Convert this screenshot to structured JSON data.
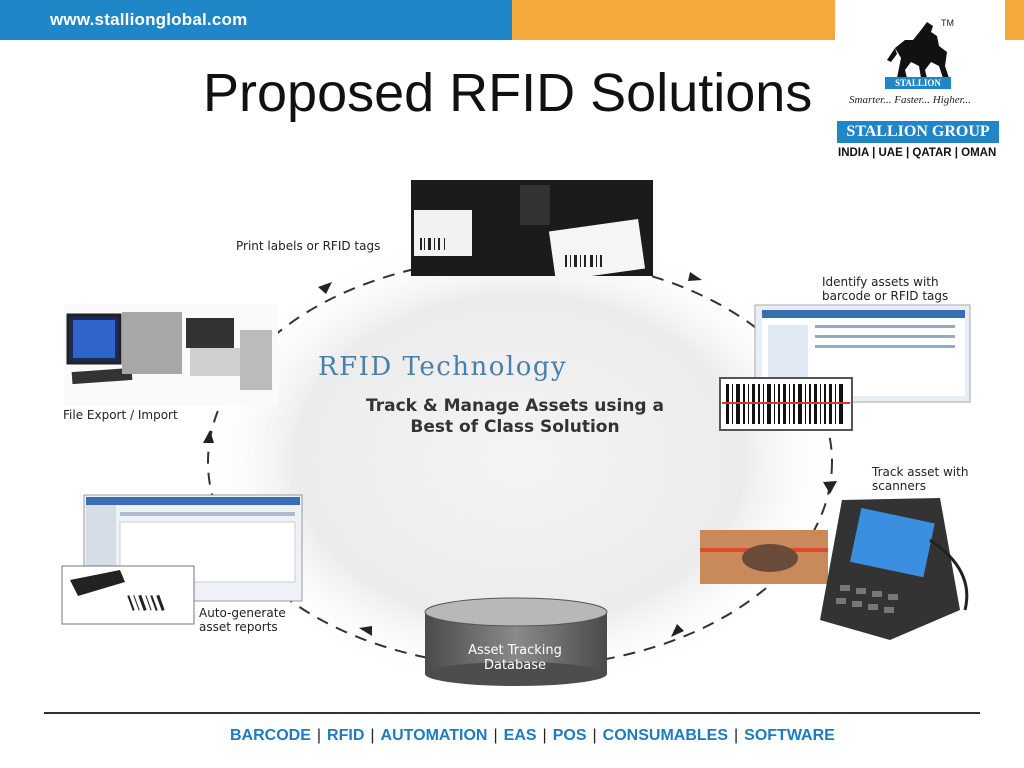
{
  "header": {
    "url": "www.stallionglobal.com",
    "title": "Proposed RFID Solutions"
  },
  "logo": {
    "trademark": "TM",
    "brand": "STALLION",
    "tagline": "Smarter... Faster... Higher...",
    "group": "STALLION GROUP",
    "countries": "INDIA | UAE | QATAR | OMAN"
  },
  "diagram": {
    "center_title": "RFID Technology",
    "center_subtitle": "Track & Manage Assets using a Best of Class Solution",
    "steps": {
      "print": "Print labels or RFID tags",
      "identify": "Identify assets with barcode or RFID tags",
      "track": "Track asset with scanners",
      "database": "Asset Tracking Database",
      "reports": "Auto-generate asset reports",
      "export": "File Export / Import"
    }
  },
  "footer": {
    "items": [
      "BARCODE",
      "RFID",
      "AUTOMATION",
      "EAS",
      "POS",
      "CONSUMABLES",
      "SOFTWARE"
    ]
  },
  "colors": {
    "blue_bar": "#1f86c8",
    "orange_bar": "#f6a93b",
    "footer_text": "#1f7bbf"
  }
}
